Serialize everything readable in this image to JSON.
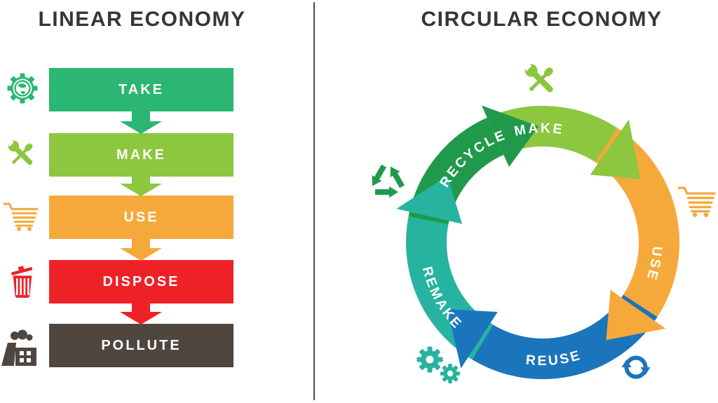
{
  "background": "#ffffff",
  "divider_color": "#4d4d4d",
  "title_color": "#383634",
  "linear": {
    "title": "LINEAR ECONOMY",
    "steps": [
      {
        "label": "TAKE",
        "color": "#2bb673",
        "icon": "globe-gear-icon"
      },
      {
        "label": "MAKE",
        "color": "#8dc63f",
        "icon": "tools-icon"
      },
      {
        "label": "USE",
        "color": "#f6a93b",
        "icon": "cart-icon"
      },
      {
        "label": "DISPOSE",
        "color": "#ee2127",
        "icon": "trash-icon"
      },
      {
        "label": "POLLUTE",
        "color": "#4f463f",
        "icon": "factory-icon"
      }
    ]
  },
  "circular": {
    "title": "CIRCULAR ECONOMY",
    "segments": [
      {
        "label": "MAKE",
        "color": "#8dc63f",
        "arc_start": -24,
        "arc_end": 35,
        "tip": 57,
        "text_dir": "cw",
        "text_offset": "24.5%"
      },
      {
        "label": "USE",
        "color": "#f6a93b",
        "arc_start": 33,
        "arc_end": 125,
        "tip": 147,
        "text_dir": "cw",
        "text_offset": "53%"
      },
      {
        "label": "REUSE",
        "color": "#1b75bc",
        "arc_start": 123,
        "arc_end": 213,
        "tip": 235,
        "text_dir": "ccw",
        "text_offset": "26.5%"
      },
      {
        "label": "REMAKE",
        "color": "#26b3a0",
        "arc_start": 211,
        "arc_end": 283,
        "tip": 305,
        "text_dir": "ccw",
        "text_offset": "8%"
      },
      {
        "label": "RECYCLE",
        "color": "#209a4a",
        "arc_start": 281,
        "arc_end": 336,
        "tip": 358,
        "text_dir": "cw",
        "text_offset": "14%"
      }
    ],
    "icons": [
      "tools-icon",
      "recycle-icon",
      "cart-icon",
      "gears-icon",
      "sync-icon"
    ]
  }
}
